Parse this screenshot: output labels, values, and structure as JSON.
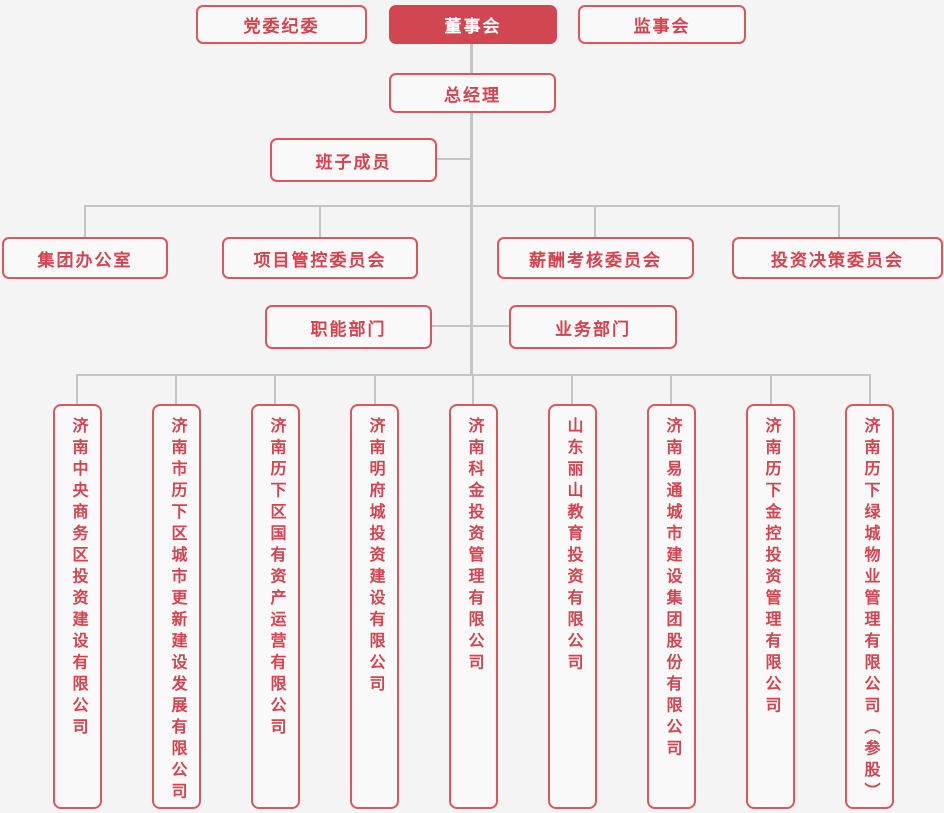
{
  "chart": {
    "party": "党委纪委",
    "board": "董事会",
    "supervisory": "监事会",
    "gm": "总经理",
    "team": "班子成员",
    "committees": [
      "集团办公室",
      "项目管控委员会",
      "薪酬考核委员会",
      "投资决策委员会"
    ],
    "departments": [
      "职能部门",
      "业务部门"
    ],
    "subsidiaries": [
      "济南中央商务区投资建设有限公司",
      "济南市历下区城市更新建设发展有限公司",
      "济南历下区国有资产运营有限公司",
      "济南明府城投资建设有限公司",
      "济南科金投资管理有限公司",
      "山东丽山教育投资有限公司",
      "济南易通城市建设集团股份有限公司",
      "济南历下金控投资管理有限公司",
      "济南历下绿城物业管理有限公司（参股）"
    ]
  },
  "colors": {
    "accent_red": "#d14650",
    "border_red": "#dc5660",
    "text_red": "#d5434f",
    "connector_gray": "#c5c5c5",
    "background": "#f4f4f4",
    "box_fill": "#faf9f9",
    "highlight_text": "#ffffff"
  }
}
